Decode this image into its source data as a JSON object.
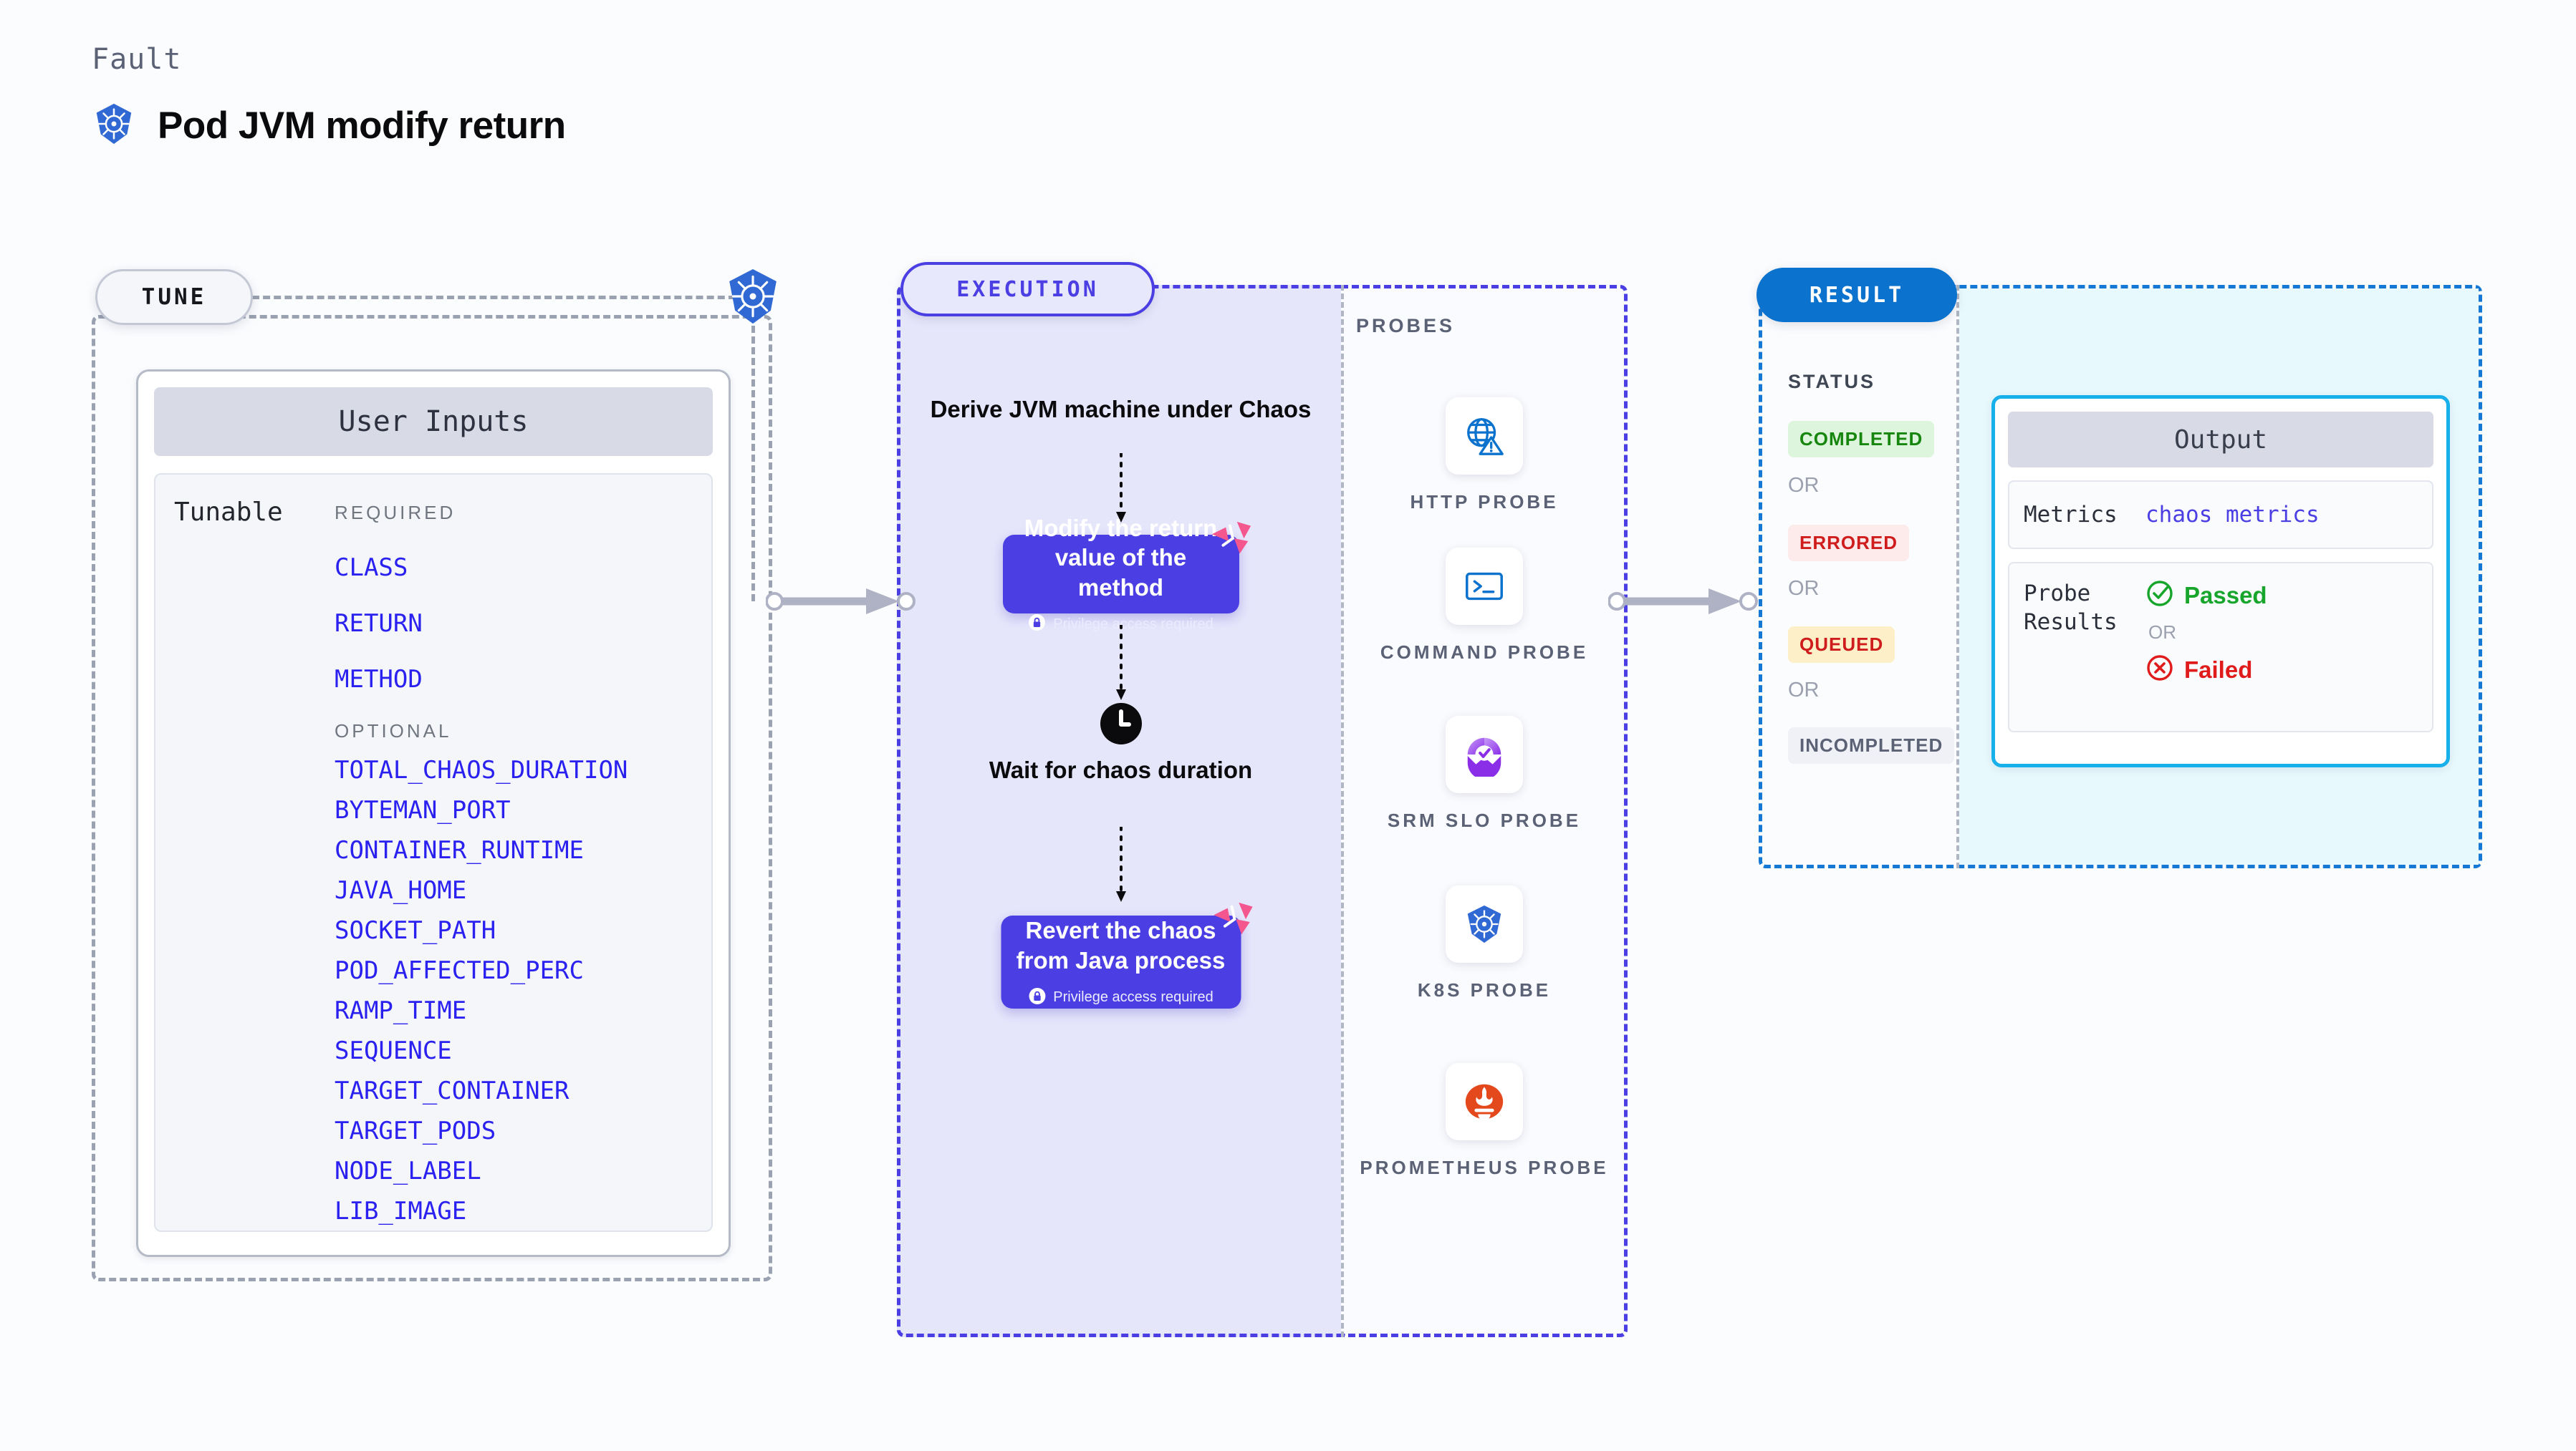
{
  "header": {
    "eyebrow": "Fault",
    "title": "Pod JVM modify return",
    "icon": "kubernetes-icon"
  },
  "tune": {
    "pill_label": "TUNE",
    "boundary_icon": "kubernetes-icon",
    "card": {
      "header": "User Inputs",
      "row_label": "Tunable",
      "required_label": "REQUIRED",
      "optional_label": "OPTIONAL",
      "required": [
        "CLASS",
        "RETURN",
        "METHOD"
      ],
      "optional": [
        "TOTAL_CHAOS_DURATION",
        "BYTEMAN_PORT",
        "CONTAINER_RUNTIME",
        "JAVA_HOME",
        "SOCKET_PATH",
        "POD_AFFECTED_PERC",
        "RAMP_TIME",
        "SEQUENCE",
        "TARGET_CONTAINER",
        "TARGET_PODS",
        "NODE_LABEL",
        "LIB_IMAGE"
      ]
    }
  },
  "execution": {
    "pill_label": "EXECUTION",
    "steps": [
      {
        "type": "caption",
        "text": "Derive JVM machine under Chaos"
      },
      {
        "type": "action",
        "title": "Modify the return value of the method",
        "note": "Privilege access required",
        "badge": "harness-icon",
        "lock": "lock-icon"
      },
      {
        "type": "wait",
        "icon": "clock-icon",
        "text": "Wait for chaos duration"
      },
      {
        "type": "action",
        "title": "Revert the chaos from Java process",
        "note": "Privilege access required",
        "badge": "harness-icon",
        "lock": "lock-icon"
      }
    ]
  },
  "probes": {
    "label": "PROBES",
    "items": [
      {
        "name": "HTTP PROBE",
        "icon": "globe-warning-icon"
      },
      {
        "name": "COMMAND PROBE",
        "icon": "terminal-icon"
      },
      {
        "name": "SRM SLO PROBE",
        "icon": "srm-slo-icon"
      },
      {
        "name": "K8S PROBE",
        "icon": "kubernetes-icon"
      },
      {
        "name": "PROMETHEUS PROBE",
        "icon": "prometheus-icon"
      }
    ]
  },
  "result": {
    "pill_label": "RESULT",
    "status_label": "STATUS",
    "or_label": "OR",
    "statuses": [
      {
        "label": "COMPLETED",
        "bg": "#ddf5dd",
        "fg": "#17860f"
      },
      {
        "label": "ERRORED",
        "bg": "#fdeaea",
        "fg": "#cf1c1c"
      },
      {
        "label": "QUEUED",
        "bg": "#fdf0c8",
        "fg": "#cf1c1c"
      },
      {
        "label": "INCOMPLETED",
        "bg": "#f0f1f6",
        "fg": "#5b6275"
      }
    ],
    "output": {
      "header": "Output",
      "metrics_key": "Metrics",
      "metrics_value": "chaos metrics",
      "probe_results_key": "Probe Results",
      "passed_label": "Passed",
      "failed_label": "Failed",
      "or_label": "OR"
    }
  },
  "colors": {
    "accent_purple": "#4b3fe4",
    "accent_blue": "#0b72cd",
    "accent_cyan": "#18b0ea",
    "harness_pink": "#f4568e",
    "param_blue": "#2a21f0",
    "k8s_blue": "#3069d3"
  }
}
